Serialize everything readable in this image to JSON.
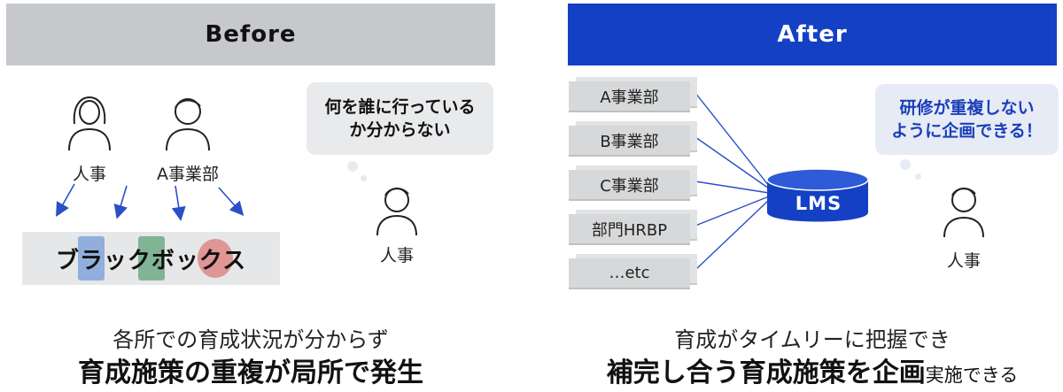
{
  "before": {
    "header": "Before",
    "people": [
      {
        "label": "人事",
        "icon": "female-person-icon"
      },
      {
        "label": "A事業部",
        "icon": "male-person-icon"
      }
    ],
    "blackbox": {
      "label": "ブラックボックス",
      "doc_colors": [
        "#4a7fd4",
        "#2e8a4e",
        "#d9534f"
      ]
    },
    "thought_bubble": {
      "lines": [
        "何を誰に行っている",
        "か分からない"
      ]
    },
    "thinker": {
      "label": "人事"
    },
    "caption": {
      "sub": "各所での育成状況が分からず",
      "main": "育成施策の重複が局所で発生"
    }
  },
  "after": {
    "header": "After",
    "departments": [
      "A事業部",
      "B事業部",
      "C事業部",
      "部門HRBP",
      "…etc"
    ],
    "hub": {
      "label": "LMS"
    },
    "thought_bubble": {
      "lines": [
        "研修が重複しない",
        "ように企画できる！"
      ]
    },
    "thinker": {
      "label": "人事"
    },
    "caption": {
      "sub": "育成がタイムリーに把握でき",
      "main_bold": "補完し合う育成施策を企画",
      "main_tail": "実施できる"
    }
  },
  "colors": {
    "accent_blue": "#1441c4",
    "before_header_bg": "#c6c8cc",
    "arrow": "#2a4fc9"
  }
}
